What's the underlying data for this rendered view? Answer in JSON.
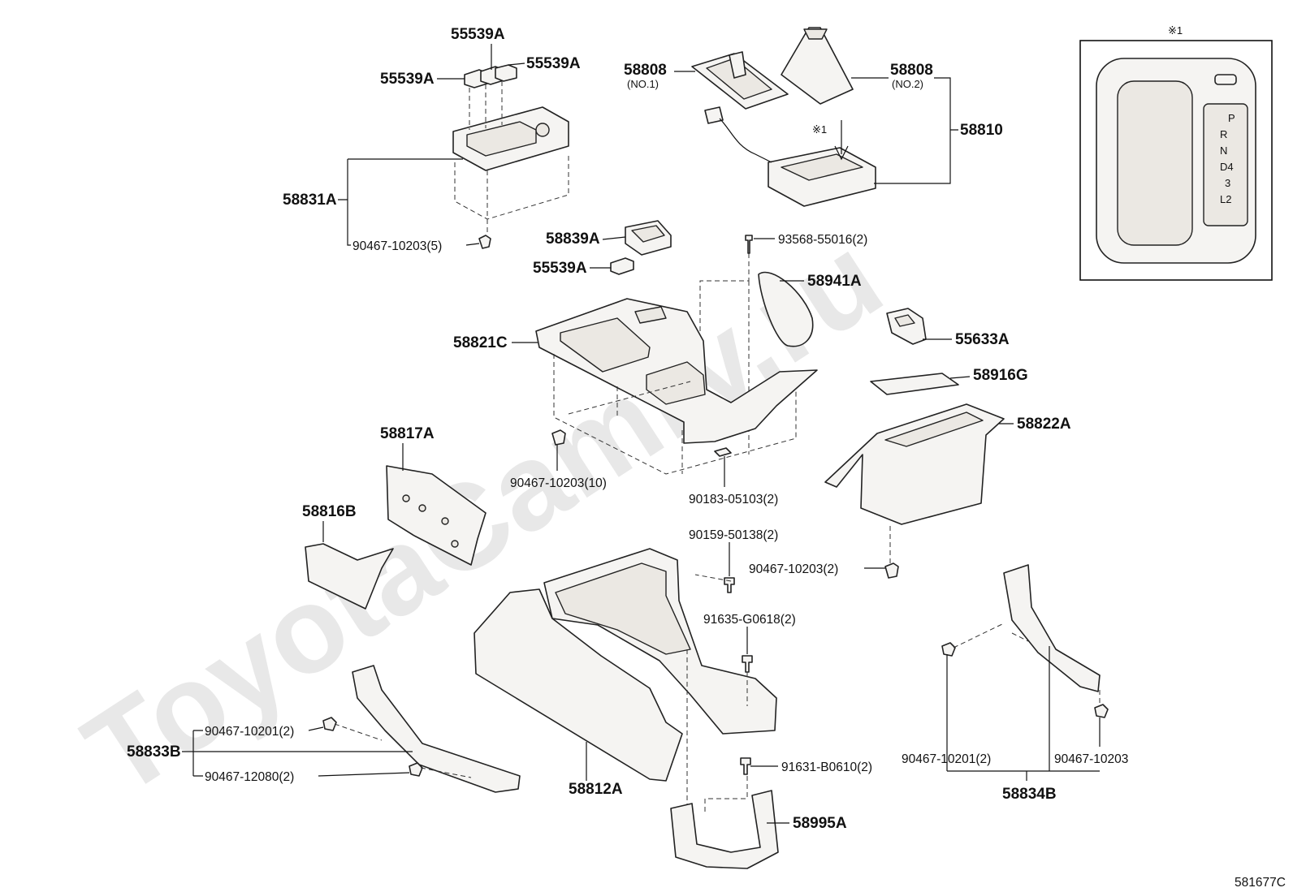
{
  "diagram": {
    "watermark": "ToyotaCamry.ru",
    "figure_code": "581677C",
    "inset_marker": "※1",
    "inset_arrow_marker": "※1",
    "shift_letters": [
      "P",
      "R",
      "N",
      "D4",
      "3",
      "L2"
    ],
    "labels": {
      "l55539a_top": "55539A",
      "l55539a_left": "55539A",
      "l55539a_right": "55539A",
      "l58831a": "58831A",
      "l90467_5": "90467-10203(5)",
      "l58808_1": "58808",
      "l58808_1_sub": "(NO.1)",
      "l58808_2": "58808",
      "l58808_2_sub": "(NO.2)",
      "l58810": "58810",
      "l58839a": "58839A",
      "l55539a_low": "55539A",
      "l93568": "93568-55016(2)",
      "l58941a": "58941A",
      "l55633a": "55633A",
      "l58821c": "58821C",
      "l58916g": "58916G",
      "l58822a": "58822A",
      "l58817a": "58817A",
      "l58816b": "58816B",
      "l90467_10": "90467-10203(10)",
      "l90183": "90183-05103(2)",
      "l90159": "90159-50138(2)",
      "l90467_2": "90467-10203(2)",
      "l91635": "91635-G0618(2)",
      "l90467_10201a": "90467-10201(2)",
      "l58833b": "58833B",
      "l90467_12080": "90467-12080(2)",
      "l58812a": "58812A",
      "l91631": "91631-B0610(2)",
      "l58995a": "58995A",
      "l90467_10201b": "90467-10201(2)",
      "l90467_10203": "90467-10203",
      "l58834b": "58834B"
    }
  }
}
